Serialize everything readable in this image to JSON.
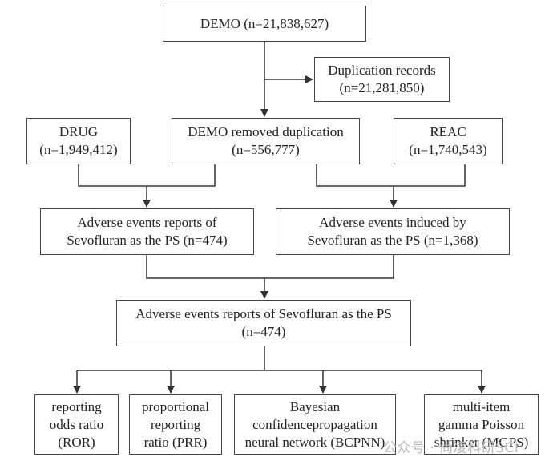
{
  "nodes": {
    "demo": {
      "lines": [
        "DEMO (n=21,838,627)"
      ]
    },
    "duplication": {
      "lines": [
        "Duplication records",
        "(n=21,281,850)"
      ]
    },
    "drug": {
      "lines": [
        "DRUG",
        "(n=1,949,412)"
      ]
    },
    "demo_removed": {
      "lines": [
        "DEMO removed duplication",
        "(n=556,777)"
      ]
    },
    "reac": {
      "lines": [
        "REAC",
        "(n=1,740,543)"
      ]
    },
    "ae_reports_ps": {
      "lines": [
        "Adverse events reports of",
        "Sevofluran as the PS (n=474)"
      ]
    },
    "ae_induced": {
      "lines": [
        "Adverse events induced by",
        "Sevofluran as the PS (n=1,368)"
      ]
    },
    "ae_final": {
      "lines": [
        "Adverse events reports of Sevofluran as the PS",
        "(n=474)"
      ]
    },
    "ror": {
      "lines": [
        "reporting",
        "odds ratio",
        "(ROR)"
      ]
    },
    "prr": {
      "lines": [
        "proportional",
        "reporting",
        "ratio (PRR)"
      ]
    },
    "bcpnn": {
      "lines": [
        "Bayesian",
        "confidencepropagation",
        "neural network (BCPNN)"
      ]
    },
    "mgps": {
      "lines": [
        "multi-item",
        "gamma Poisson",
        "shrinker (MGPS)"
      ]
    }
  },
  "watermark": "公众号 · 尚凌科研SCI",
  "colors": {
    "line": "#333333",
    "border": "#444444",
    "watermark": "#b8b8b8"
  }
}
